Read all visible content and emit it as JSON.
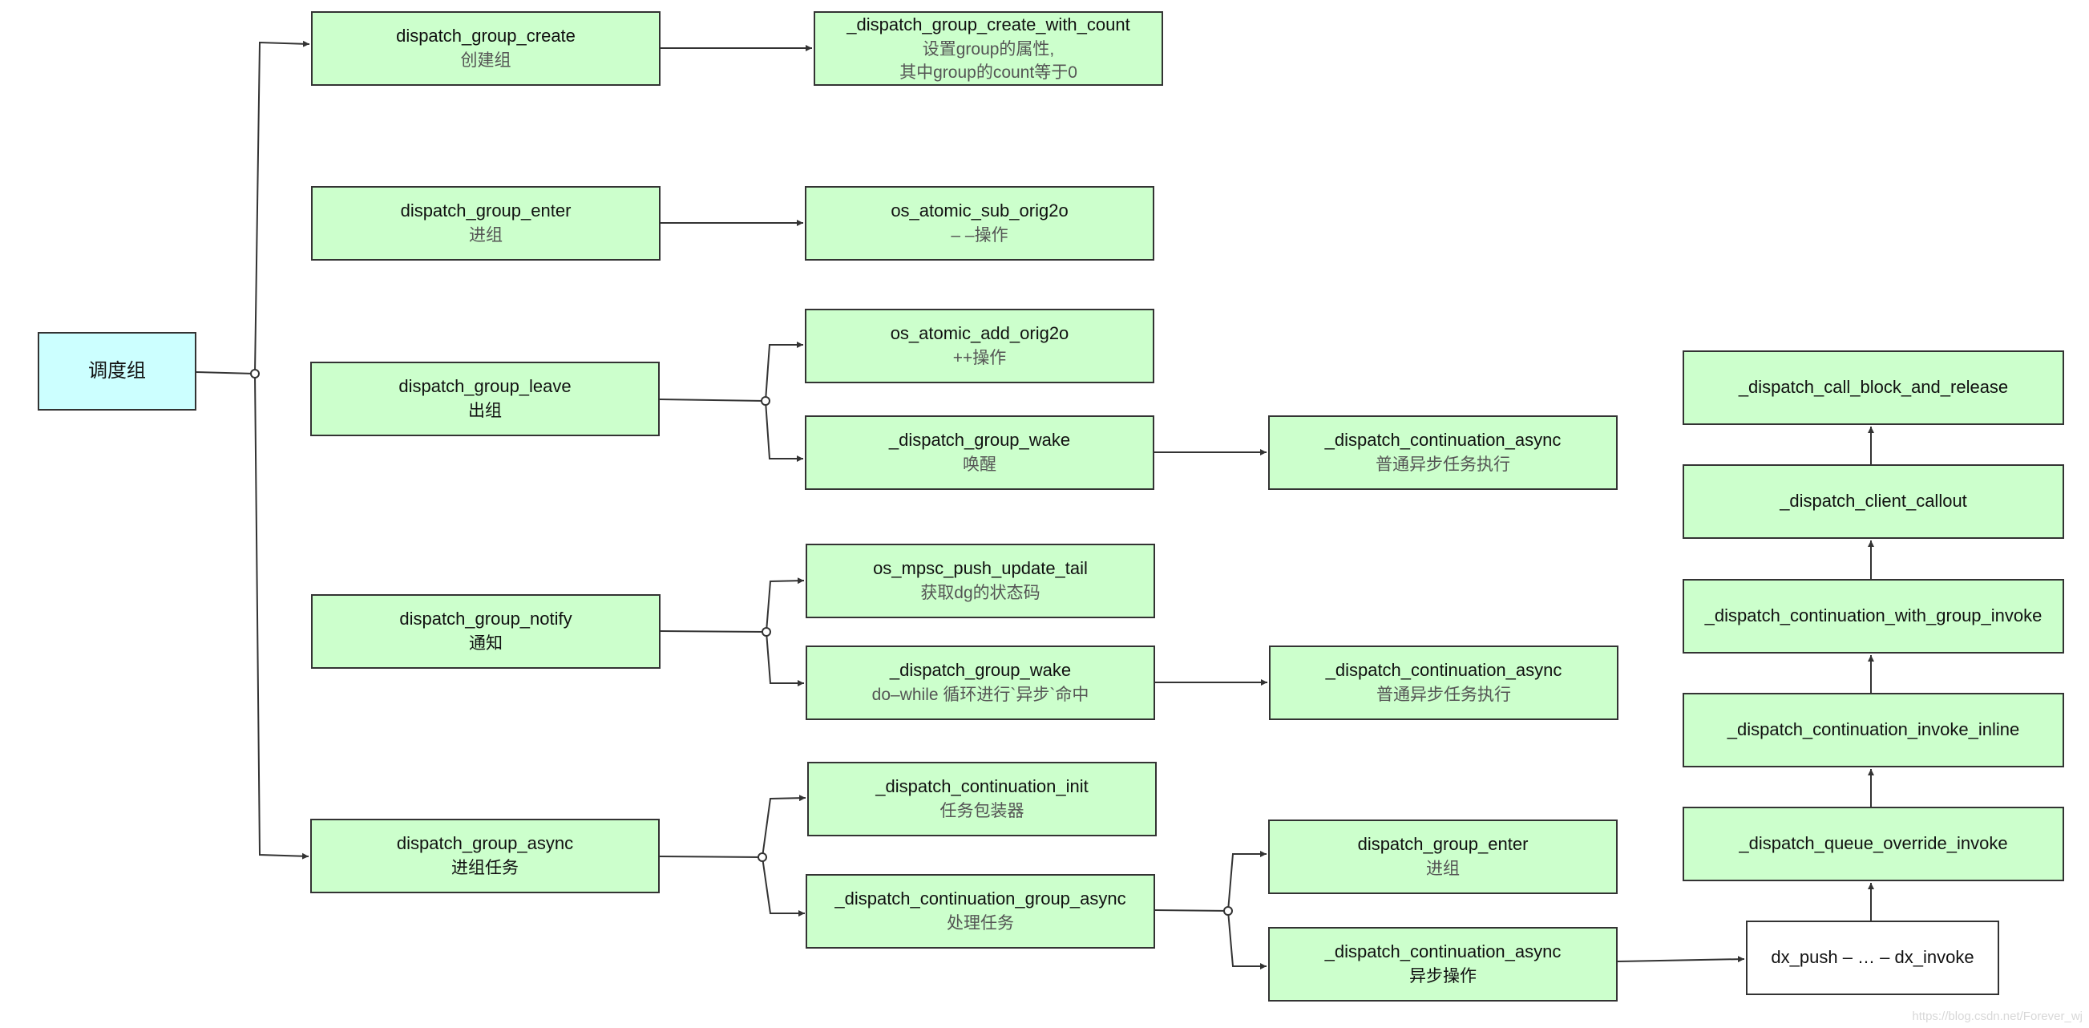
{
  "root": {
    "title": "调度组"
  },
  "create": {
    "title": "dispatch_group_create",
    "sub": "创建组"
  },
  "create_count": {
    "title": "_dispatch_group_create_with_count",
    "line1": "设置group的属性,",
    "line2": "其中group的count等于0"
  },
  "enter": {
    "title": "dispatch_group_enter",
    "sub": "进组"
  },
  "sub_orig": {
    "title": "os_atomic_sub_orig2o",
    "sub": "– –操作"
  },
  "leave": {
    "title": "dispatch_group_leave",
    "sub": "出组"
  },
  "add_orig": {
    "title": "os_atomic_add_orig2o",
    "sub": "++操作"
  },
  "wake1": {
    "title": "_dispatch_group_wake",
    "sub": "唤醒"
  },
  "cont_async1": {
    "title": "_dispatch_continuation_async",
    "sub": "普通异步任务执行"
  },
  "notify": {
    "title": "dispatch_group_notify",
    "sub": "通知"
  },
  "mpsc": {
    "title": "os_mpsc_push_update_tail",
    "sub": "获取dg的状态码"
  },
  "wake2": {
    "title": "_dispatch_group_wake",
    "sub": "do–while 循环进行`异步`命中"
  },
  "cont_async2": {
    "title": "_dispatch_continuation_async",
    "sub": "普通异步任务执行"
  },
  "group_async": {
    "title": "dispatch_group_async",
    "sub": "进组任务"
  },
  "cont_init": {
    "title": "_dispatch_continuation_init",
    "sub": "任务包装器"
  },
  "cont_group_async": {
    "title": "_dispatch_continuation_group_async",
    "sub": "处理任务"
  },
  "enter2": {
    "title": "dispatch_group_enter",
    "sub": "进组"
  },
  "cont_async3": {
    "title": "_dispatch_continuation_async",
    "sub": "异步操作"
  },
  "dx": {
    "title": "dx_push – … – dx_invoke"
  },
  "queue_override": {
    "title": "_dispatch_queue_override_invoke"
  },
  "invoke_inline": {
    "title": "_dispatch_continuation_invoke_inline"
  },
  "with_group_invoke": {
    "title": "_dispatch_continuation_with_group_invoke"
  },
  "client_callout": {
    "title": "_dispatch_client_callout"
  },
  "call_block": {
    "title": "_dispatch_call_block_and_release"
  },
  "watermark": "https://blog.csdn.net/Forever_wj",
  "colors": {
    "node_fill": "#ccffcc",
    "root_fill": "#ccffff",
    "border": "#333333",
    "edge": "#333333"
  }
}
